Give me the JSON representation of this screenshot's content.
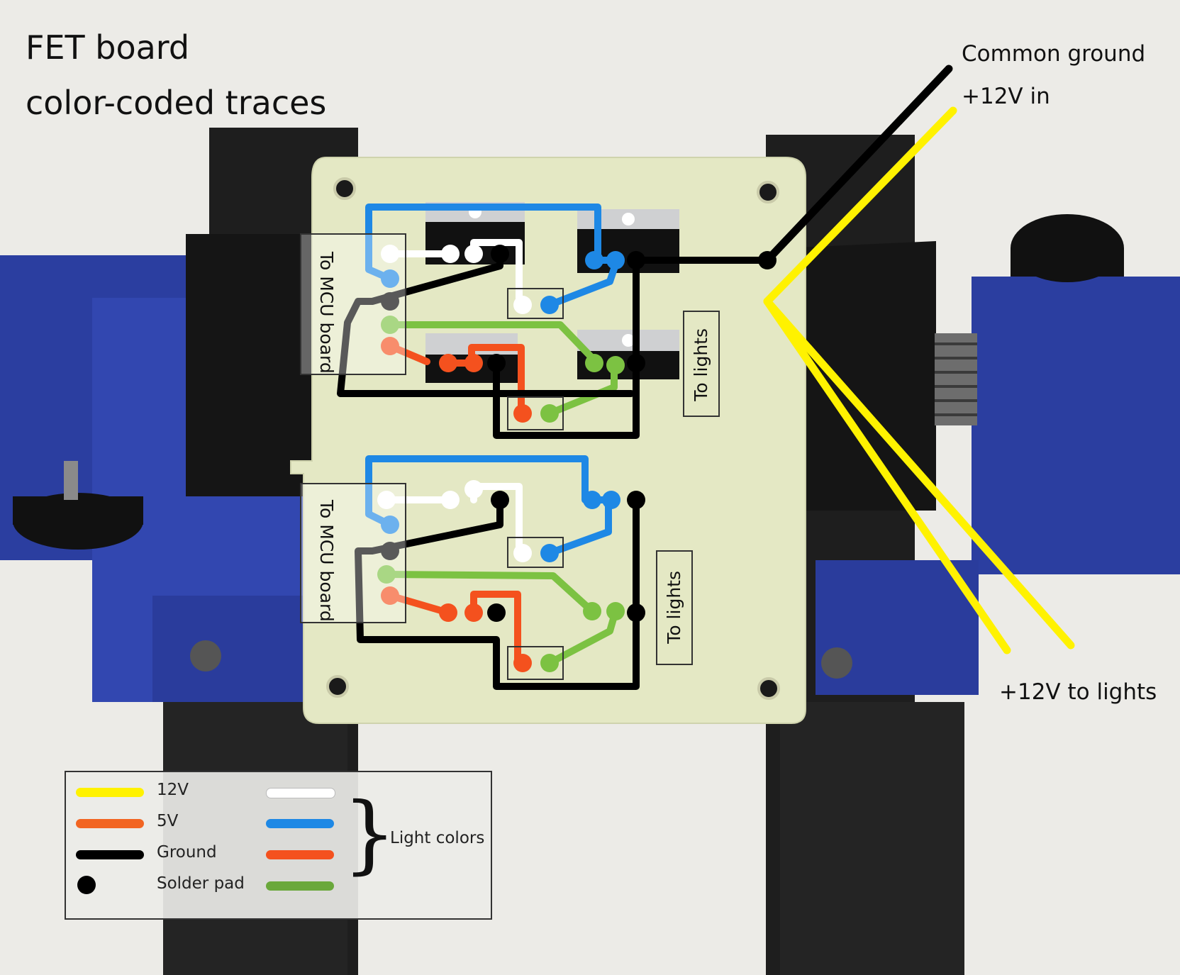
{
  "title": {
    "line1": "FET board",
    "line2": "color-coded traces"
  },
  "annotations": {
    "common_ground": "Common ground",
    "v12_in": "+12V in",
    "v12_to_lights": "+12V to lights",
    "to_mcu_board_1": "To MCU board",
    "to_mcu_board_2": "To MCU board",
    "to_lights_1": "To lights",
    "to_lights_2": "To lights"
  },
  "legend": {
    "items": [
      {
        "label": "12V",
        "color": "#fff200"
      },
      {
        "label": "5V",
        "color": "#f26522"
      },
      {
        "label": "Ground",
        "color": "#000000"
      },
      {
        "label": "Solder pad",
        "color": "#000000",
        "marker": "dot"
      }
    ],
    "light_colors_label": "Light colors",
    "light_colors": [
      "#ffffff",
      "#1e88e5",
      "#f4511e",
      "#7cc242"
    ]
  },
  "colors": {
    "v12": "#fff200",
    "v5": "#f26522",
    "ground": "#000000",
    "white_trace": "#ffffff",
    "blue_trace": "#1e88e5",
    "red_trace": "#f4511e",
    "green_trace": "#7cc242",
    "board": "#e4e8c4",
    "clamp_blue": "#2c3e9e"
  }
}
